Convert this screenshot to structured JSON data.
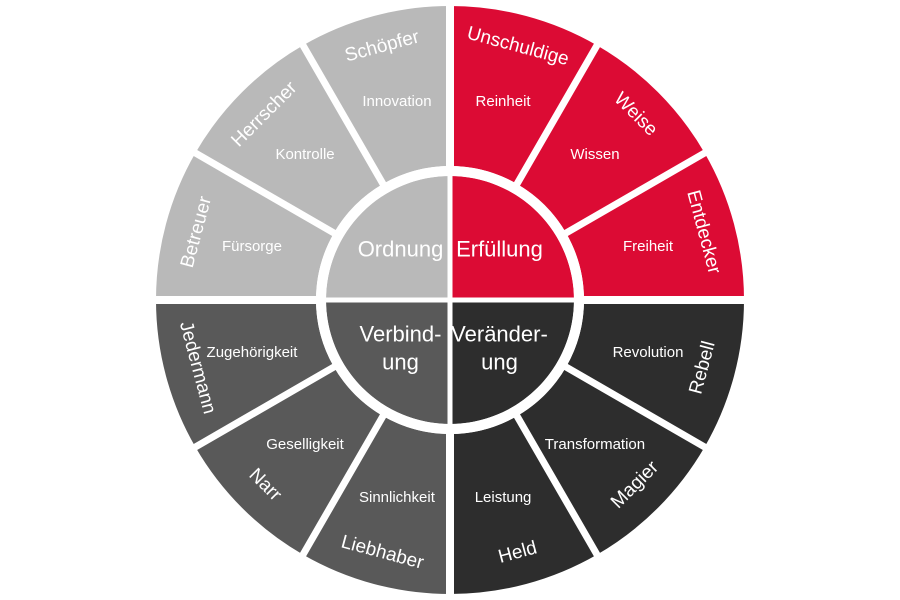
{
  "colors": {
    "ordnung": "#b9b9b9",
    "erfuellung": "#dc0b34",
    "verbindung": "#595959",
    "veraenderung": "#2d2d2d",
    "gap": "#ffffff",
    "text": "#ffffff"
  },
  "quadrants": [
    {
      "key": "erfuellung",
      "core": [
        "Erfüllung"
      ],
      "segments": [
        {
          "archetype": "Unschuldige",
          "value": "Reinheit"
        },
        {
          "archetype": "Weise",
          "value": "Wissen"
        },
        {
          "archetype": "Entdecker",
          "value": "Freiheit"
        }
      ]
    },
    {
      "key": "veraenderung",
      "core": [
        "Veränder-",
        "ung"
      ],
      "segments": [
        {
          "archetype": "Rebell",
          "value": "Revolution"
        },
        {
          "archetype": "Magier",
          "value": "Transformation"
        },
        {
          "archetype": "Held",
          "value": "Leistung"
        }
      ]
    },
    {
      "key": "verbindung",
      "core": [
        "Verbind-",
        "ung"
      ],
      "segments": [
        {
          "archetype": "Liebhaber",
          "value": "Sinnlichkeit"
        },
        {
          "archetype": "Narr",
          "value": "Geselligkeit"
        },
        {
          "archetype": "Jedermann",
          "value": "Zugehörigkeit"
        }
      ]
    },
    {
      "key": "ordnung",
      "core": [
        "Ordnung"
      ],
      "segments": [
        {
          "archetype": "Betreuer",
          "value": "Fürsorge"
        },
        {
          "archetype": "Herrscher",
          "value": "Kontrolle"
        },
        {
          "archetype": "Schöpfer",
          "value": "Innovation"
        }
      ]
    }
  ]
}
